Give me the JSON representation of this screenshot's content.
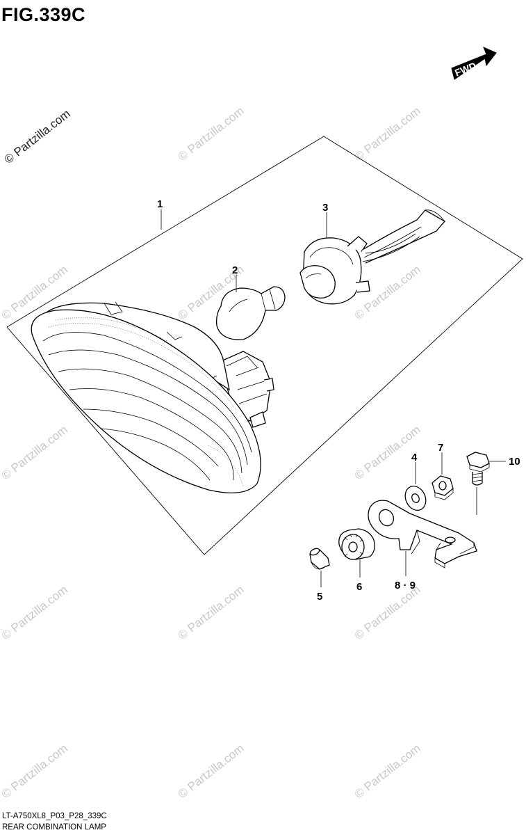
{
  "figure": {
    "title": "FIG.339C",
    "footer_code": "LT-A750XL8_P03_P28_339C",
    "footer_name": "REAR COMBINATION LAMP"
  },
  "fwd_label": "FWD",
  "watermark": "© Partzilla.com",
  "callouts": [
    "1",
    "2",
    "3",
    "4",
    "5",
    "6",
    "7",
    "8 · 9",
    "10"
  ],
  "parts": {
    "lamp_assembly": "1",
    "bulb": "2",
    "socket": "3",
    "washer": "4",
    "collar": "5",
    "grommet": "6",
    "nut": "7",
    "bracket": "8 · 9",
    "bolt": "10"
  }
}
